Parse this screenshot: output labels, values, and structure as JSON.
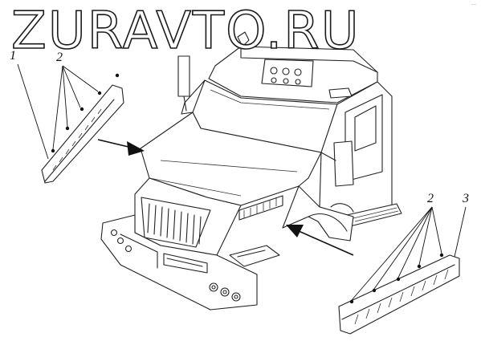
{
  "watermark": {
    "text": "ZURAVTO.RU"
  },
  "corner_mark": {
    "text": "––"
  },
  "callouts": {
    "left_part": "1",
    "left_fastener": "2",
    "right_fastener": "2",
    "right_part": "3"
  },
  "icons": {
    "direction_arrows": [
      "arrow-to-hood-left",
      "arrow-to-grille-right"
    ],
    "fastener": "rivet-icon"
  }
}
